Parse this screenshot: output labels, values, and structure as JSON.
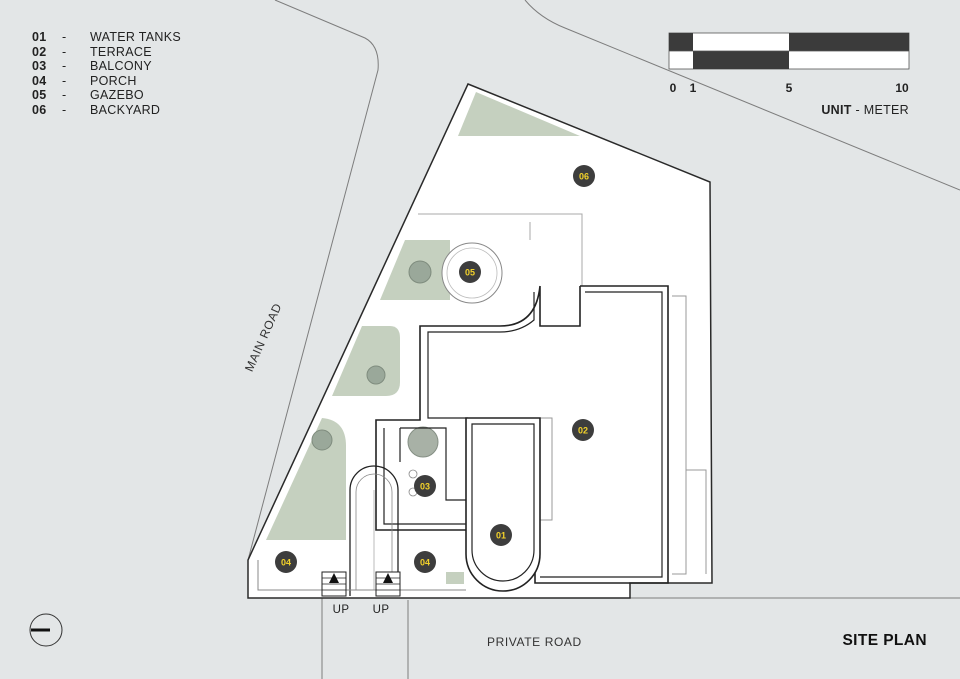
{
  "legend": [
    {
      "num": "01",
      "sep": "-",
      "label": "WATER TANKS"
    },
    {
      "num": "02",
      "sep": "-",
      "label": "TERRACE"
    },
    {
      "num": "03",
      "sep": "-",
      "label": "BALCONY"
    },
    {
      "num": "04",
      "sep": "-",
      "label": "PORCH"
    },
    {
      "num": "05",
      "sep": "-",
      "label": "GAZEBO"
    },
    {
      "num": "06",
      "sep": "-",
      "label": "BACKYARD"
    }
  ],
  "scale": {
    "ticks": [
      "0",
      "1",
      "5",
      "10"
    ],
    "unit_bold": "UNIT",
    "unit_rest": " - METER"
  },
  "roads": {
    "main": "MAIN ROAD",
    "private": "PRIVATE ROAD"
  },
  "stairs": {
    "up_left": "UP",
    "up_right": "UP"
  },
  "tags": {
    "water_tanks": "01",
    "terrace": "02",
    "balcony": "03",
    "porch_left": "04",
    "porch_right": "04",
    "gazebo": "05",
    "backyard": "06"
  },
  "title": "SITE PLAN",
  "colors": {
    "background": "#e3e6e7",
    "plot": "#ffffff",
    "garden": "#c5d0bf",
    "tag_fill": "#3d3d3d",
    "tag_text": "#f2d12a"
  }
}
